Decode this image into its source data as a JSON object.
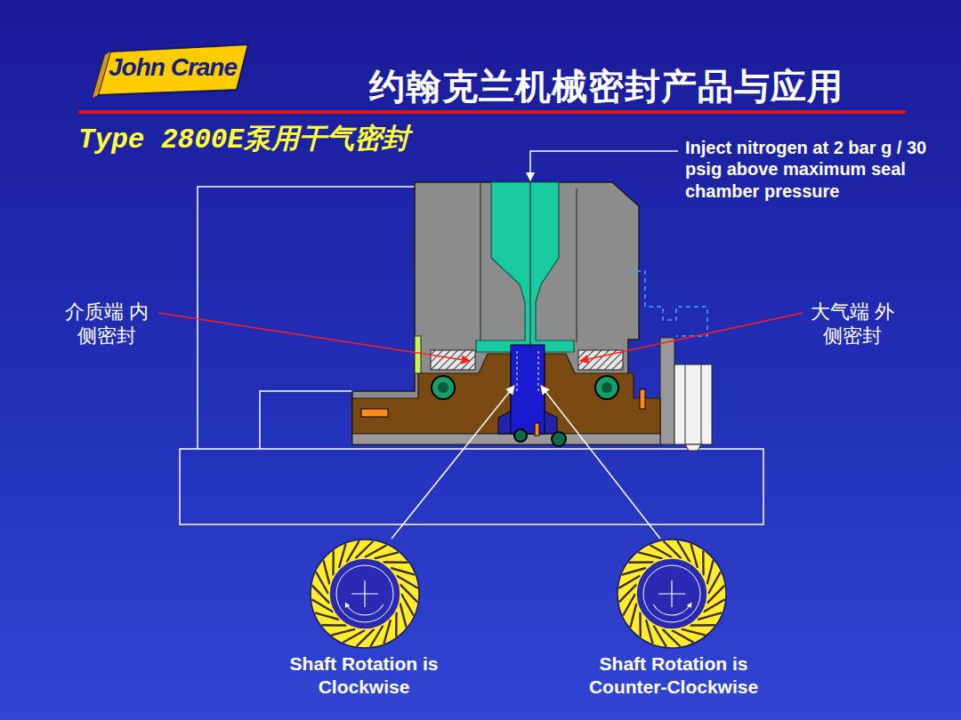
{
  "diagram": {
    "title": "约翰克兰机械密封产品与应用",
    "nodes": [
      {
        "text": [
          "Shaft Rotation is Clockwise"
        ]
      },
      {
        "text": [
          "Shaft Rotation is Counter-Clockwise"
        ]
      }
    ],
    "labels": [
      "John Crane",
      "Type 2800E泵用干气密封",
      "Inject nitrogen at 2 bar g / 30 psig above maximum seal chamber pressure",
      "介质端 内侧密封",
      "大气端 外侧密封"
    ]
  }
}
